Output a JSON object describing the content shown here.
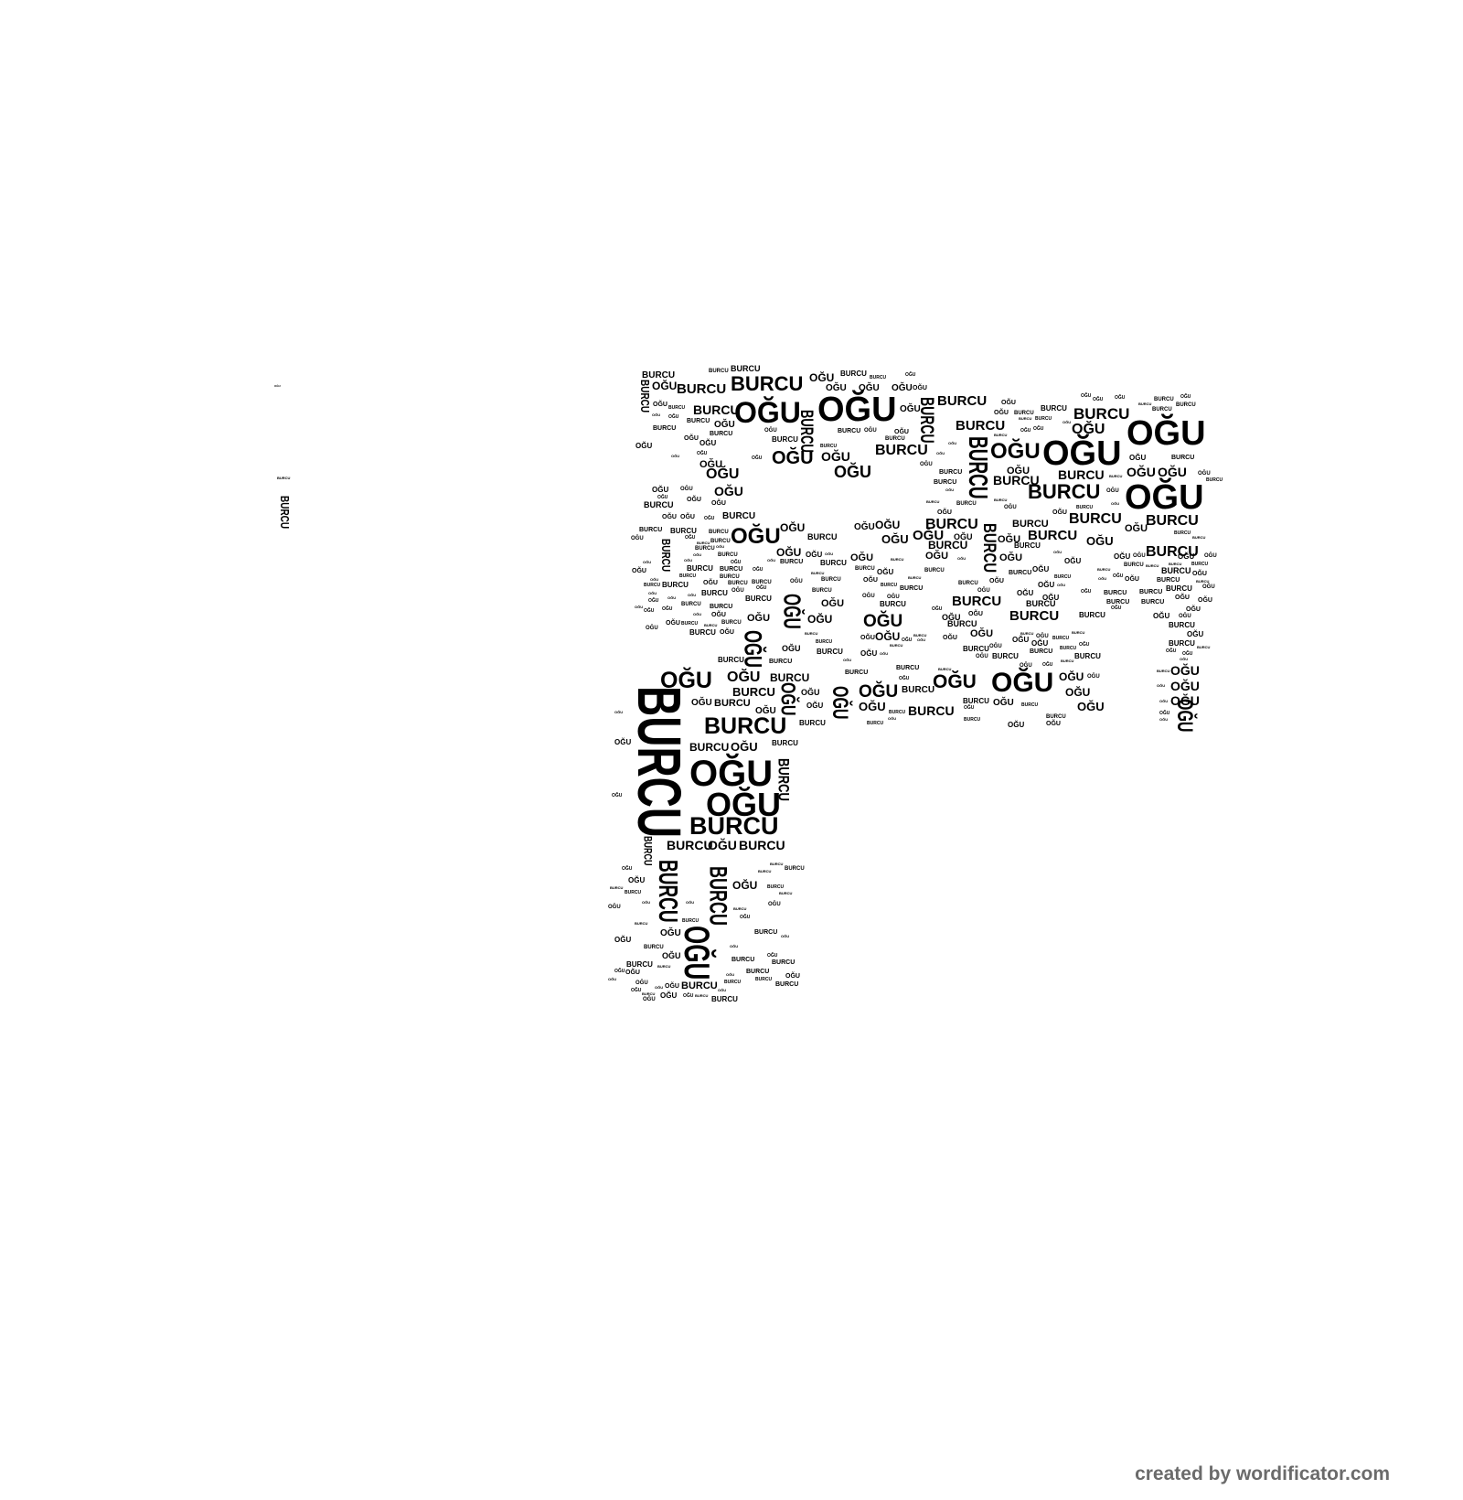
{
  "word_cloud": {
    "words": [
      "OĞU",
      "BURCU"
    ],
    "text_color": "#000000",
    "background_color": "#ffffff"
  },
  "footer": {
    "credit": "created by wordificator.com",
    "color": "#6b6b6b"
  }
}
